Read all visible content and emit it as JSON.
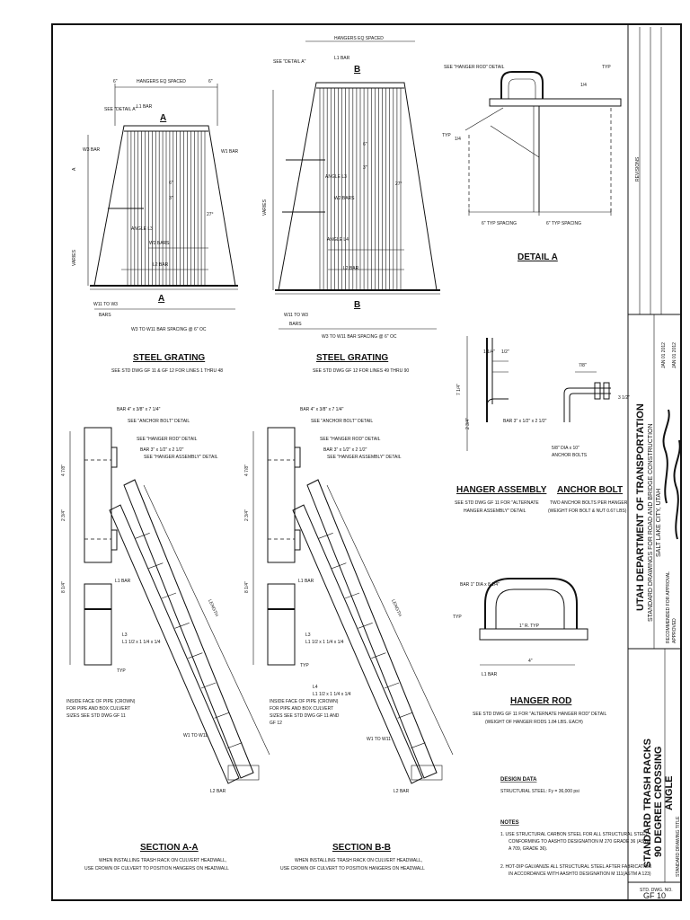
{
  "drawing": {
    "steel_grating_1": {
      "title": "STEEL GRATING",
      "note": "SEE STD DWG GF 11 & GF 12 FOR LINES 1 THRU 48",
      "labels": {
        "hangers": "HANGERS EQ SPACED",
        "dim_left": "6\"",
        "dim_right": "6\"",
        "see_detail": "SEE \"DETAIL A\"",
        "l1_bar": "L1 BAR",
        "w3_bar": "W3 BAR",
        "w1_bar": "W1 BAR",
        "angle_l3": "ANGLE L3",
        "w2_bars": "W2 BARS",
        "l2_bar": "L2 BAR",
        "varies": "VARIES",
        "a_dim": "A",
        "w11": "W11 TO W3",
        "bars": "BARS",
        "spacing": "W3 TO W11 BAR SPACING @ 6\" OC",
        "six": "6\"",
        "three": "3\"",
        "angle_27": "27°"
      },
      "section_mark": "A"
    },
    "steel_grating_2": {
      "title": "STEEL GRATING",
      "note": "SEE STD DWG GF 12 FOR LINES 49 THRU 90",
      "labels": {
        "hangers": "HANGERS EQ SPACED",
        "see_detail": "SEE \"DETAIL A\"",
        "l1_bar": "L1 BAR",
        "angle_l3": "ANGLE L3",
        "w2_bars": "W2 BARS",
        "angle_l4": "ANGLE L4",
        "l2_bar": "L2 BAR",
        "varies": "VARIES",
        "w11": "W11 TO W3",
        "bars": "BARS",
        "spacing": "W3 TO W11 BAR SPACING @ 6\" OC",
        "six": "6\"",
        "three": "3\"",
        "angle_27": "27°"
      },
      "section_mark": "B"
    },
    "detail_a": {
      "title": "DETAIL A",
      "hanger_rod": "SEE \"HANGER ROD\" DETAIL",
      "typ": "TYP",
      "typ2": "TYP",
      "spacing_left": "6\" TYP SPACING",
      "spacing_right": "6\" TYP SPACING",
      "weld": "1/4"
    },
    "hanger_assembly": {
      "title": "HANGER ASSEMBLY",
      "note1": "SEE STD DWG GF 11 FOR \"ALTERNATE",
      "note2": "HANGER ASSEMBLY\" DETAIL",
      "bar": "BAR 3\" x 1/2\" x 2 1/2\"",
      "d1": "1 1/4\"",
      "d2": "1/2\"",
      "d3": "7 1/4\"",
      "d4": "2 3/4\""
    },
    "anchor_bolt": {
      "title": "ANCHOR BOLT",
      "note1": "TWO ANCHOR BOLTS PER HANGER",
      "note2": "(WEIGHT FOR BOLT & NUT 0.67 LBS)",
      "label": "5/8\" DIA x 10\"",
      "label2": "ANCHOR BOLTS",
      "d1": "7/8\"",
      "d2": "3 1/2\""
    },
    "hanger_rod": {
      "title": "HANGER ROD",
      "note1": "SEE STD DWG GF 11 FOR \"ALTERNATE HANGER ROD\" DETAIL",
      "note2": "(WEIGHT OF HANGER RODS 1.84 LBS. EACH)",
      "bar": "BAR 1\" DIA x 8 1/4\"",
      "typ": "TYP",
      "radius": "1\" R. TYP",
      "l1": "L1 BAR",
      "d1": "4\""
    },
    "section_aa": {
      "title": "SECTION A-A",
      "note1": "WHEN INSTALLING TRASH RACK ON CULVERT HEADWALL,",
      "note2": "USE CROWN OF CULVERT TO POSITION HANGERS ON HEADWALL",
      "bar": "BAR 4\" x 3/8\" x 7 1/4\"",
      "anchor": "SEE \"ANCHOR BOLT\" DETAIL",
      "hanger_rod": "SEE \"HANGER ROD\" DETAIL",
      "bar2": "BAR 3\" x 1/2\" x 2 1/2\"",
      "hanger_asm": "SEE \"HANGER ASSEMBLY\" DETAIL",
      "l1": "L1 BAR",
      "l3": "L3",
      "l3b": "L1 1/2 x 1 1/4 x 1/4",
      "typ": "TYP",
      "pipe1": "INSIDE FACE OF PIPE (CROWN)",
      "pipe2": "FOR PIPE AND BOX CULVERT",
      "pipe3": "SIZES SEE STD DWG GF 11",
      "w1": "W1 TO W11",
      "l2": "L2 BAR",
      "length": "LENGTH",
      "d1": "4 7/8\"",
      "d2": "2 3/4\"",
      "d3": "8 1/4\""
    },
    "section_bb": {
      "title": "SECTION B-B",
      "note1": "WHEN INSTALLING TRASH RACK ON CULVERT HEADWALL,",
      "note2": "USE CROWN OF CULVERT TO POSITION HANGERS ON HEADWALL",
      "bar": "BAR 4\" x 3/8\" x 7 1/4\"",
      "anchor": "SEE \"ANCHOR BOLT\" DETAIL",
      "hanger_rod": "SEE \"HANGER ROD\" DETAIL",
      "bar2": "BAR 3\" x 1/2\" x 2 1/2\"",
      "hanger_asm": "SEE \"HANGER ASSEMBLY\" DETAIL",
      "l1": "L1 BAR",
      "l3": "L3",
      "l3b": "L1 1/2 x 1 1/4 x 1/4",
      "l4": "L4",
      "l4b": "L1 1/2 x 1 1/4 x 1/4",
      "typ": "TYP",
      "pipe1": "INSIDE FACE OF PIPE (CROWN)",
      "pipe2": "FOR PIPE AND BOX CULVERT",
      "pipe3": "SIZES SEE STD DWG GF 11 AND",
      "pipe4": "GF 12",
      "w1": "W1 TO W11",
      "l2": "L2 BAR",
      "length": "LENGTH",
      "d1": "4 7/8\"",
      "d2": "2 3/4\"",
      "d3": "8 1/4\""
    },
    "design_data": {
      "title": "DESIGN DATA",
      "line": "STRUCTURAL STEEL:   Fy = 36,000 psi"
    },
    "notes": {
      "title": "NOTES",
      "n1a": "1.  USE STRUCTURAL CARBON STEEL FOR ALL STRUCTURAL STEEL",
      "n1b": "CONFORMING TO AASHTO DESIGNATION M 270 GRADE 36 (ASTM",
      "n1c": "A 709, GRADE 36).",
      "n2a": "2.  HOT-DIP GALVANIZE ALL STRUCTURAL STEEL AFTER FABRICATION",
      "n2b": "IN ACCORDANCE WITH AASHTO DESIGNATION M 111(ASTM A 123)"
    }
  },
  "title_block": {
    "dept": "UTAH DEPARTMENT OF TRANSPORTATION",
    "sub1": "STANDARD DRAWINGS FOR ROAD AND BRIDGE CONSTRUCTION",
    "sub2": "SALT LAKE CITY, UTAH",
    "dwg_title1": "STANDARD TRASH RACKS",
    "dwg_title2": "90 DEGREE CROSSING",
    "dwg_title3": "ANGLE",
    "std_title_label": "STANDARD DRAWING TITLE",
    "recommended": "RECOMMENDED FOR APPROVAL",
    "approved": "APPROVED",
    "date1": "JAN 01 2012",
    "date2": "JAN 01 2012",
    "revisions": "REVISIONS",
    "std_dwg_no_label": "STD. DWG. NO.",
    "std_dwg_no": "GF 10"
  }
}
